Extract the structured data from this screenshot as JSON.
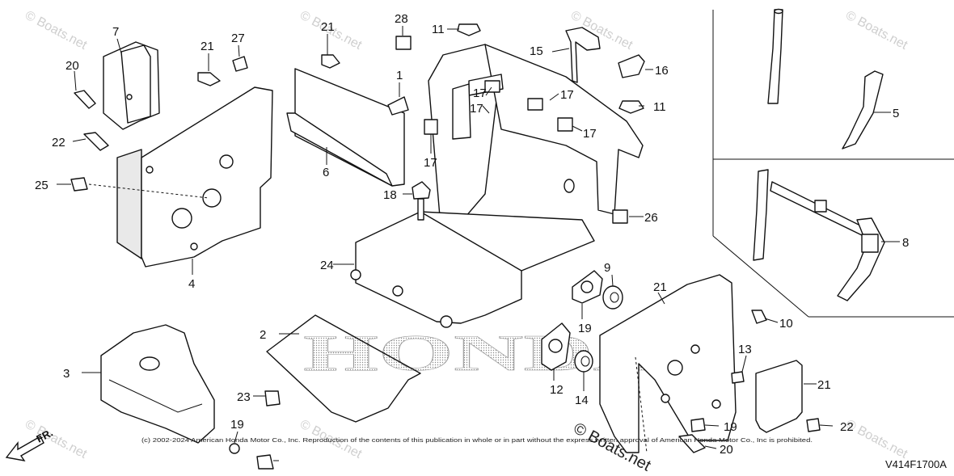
{
  "diagram": {
    "callouts": [
      {
        "id": "c7",
        "label": "7"
      },
      {
        "id": "c20a",
        "label": "20"
      },
      {
        "id": "c21a",
        "label": "21"
      },
      {
        "id": "c27",
        "label": "27"
      },
      {
        "id": "c21b",
        "label": "21"
      },
      {
        "id": "c28",
        "label": "28"
      },
      {
        "id": "c11a",
        "label": "11"
      },
      {
        "id": "c1",
        "label": "1"
      },
      {
        "id": "c15",
        "label": "15"
      },
      {
        "id": "c16",
        "label": "16"
      },
      {
        "id": "c17a",
        "label": "17"
      },
      {
        "id": "c17b",
        "label": "17"
      },
      {
        "id": "c11b",
        "label": "11"
      },
      {
        "id": "c17c",
        "label": "17"
      },
      {
        "id": "c17d",
        "label": "17"
      },
      {
        "id": "c22a",
        "label": "22"
      },
      {
        "id": "c25",
        "label": "25"
      },
      {
        "id": "c6",
        "label": "6"
      },
      {
        "id": "c18",
        "label": "18"
      },
      {
        "id": "c17e",
        "label": "17"
      },
      {
        "id": "c26",
        "label": "26"
      },
      {
        "id": "c5",
        "label": "5"
      },
      {
        "id": "c8",
        "label": "8"
      },
      {
        "id": "c4",
        "label": "4"
      },
      {
        "id": "c24",
        "label": "24"
      },
      {
        "id": "c9",
        "label": "9"
      },
      {
        "id": "c21c",
        "label": "21"
      },
      {
        "id": "c10",
        "label": "10"
      },
      {
        "id": "c2",
        "label": "2"
      },
      {
        "id": "c19a",
        "label": "19"
      },
      {
        "id": "c13",
        "label": "13"
      },
      {
        "id": "c3",
        "label": "3"
      },
      {
        "id": "c12",
        "label": "12"
      },
      {
        "id": "c21d",
        "label": "21"
      },
      {
        "id": "c23",
        "label": "23"
      },
      {
        "id": "c14",
        "label": "14"
      },
      {
        "id": "c19b",
        "label": "19"
      },
      {
        "id": "c19c",
        "label": "19"
      },
      {
        "id": "c22b",
        "label": "22"
      },
      {
        "id": "c20b",
        "label": "20"
      }
    ],
    "front_indicator": "FR.",
    "copyright": "(c) 2002-2024 American Honda Motor Co., Inc. Reproduction of the contents of this publication in whole or in part without the express written approval of American Honda Motor Co., Inc is prohibited.",
    "diagram_code": "V414F1700A",
    "brand_text": "HONDA",
    "watermark_text": "© Boats.net",
    "center_watermark": "© Boats.net"
  },
  "colors": {
    "line": "#111111",
    "watermark": "#cfcfcf",
    "background": "#ffffff"
  }
}
